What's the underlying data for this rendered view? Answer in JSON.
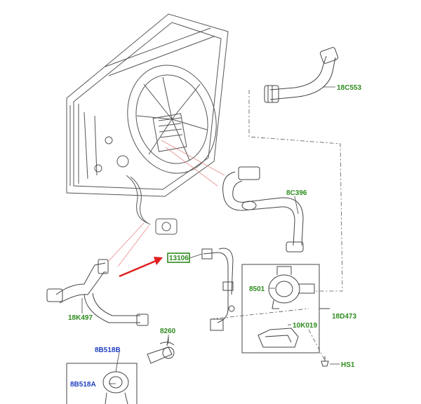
{
  "colors": {
    "part_label": "#2e8b1e",
    "highlight_box": "#2e8b1e",
    "alt_label": "#1f3fbf",
    "arrow": "#e02020",
    "line_art": "#555555",
    "leader_pink": "#e88a8a"
  },
  "labels": {
    "hose_top": "18C553",
    "hose_mid": "8C396",
    "pump": "8501",
    "hose_left": "18K497",
    "highlight": "13106",
    "bracket": "10K019",
    "assembly": "18D473",
    "bolt": "HS1",
    "connector": "8260",
    "blue_top": "8B518B",
    "blue_bottom": "8B518A"
  }
}
